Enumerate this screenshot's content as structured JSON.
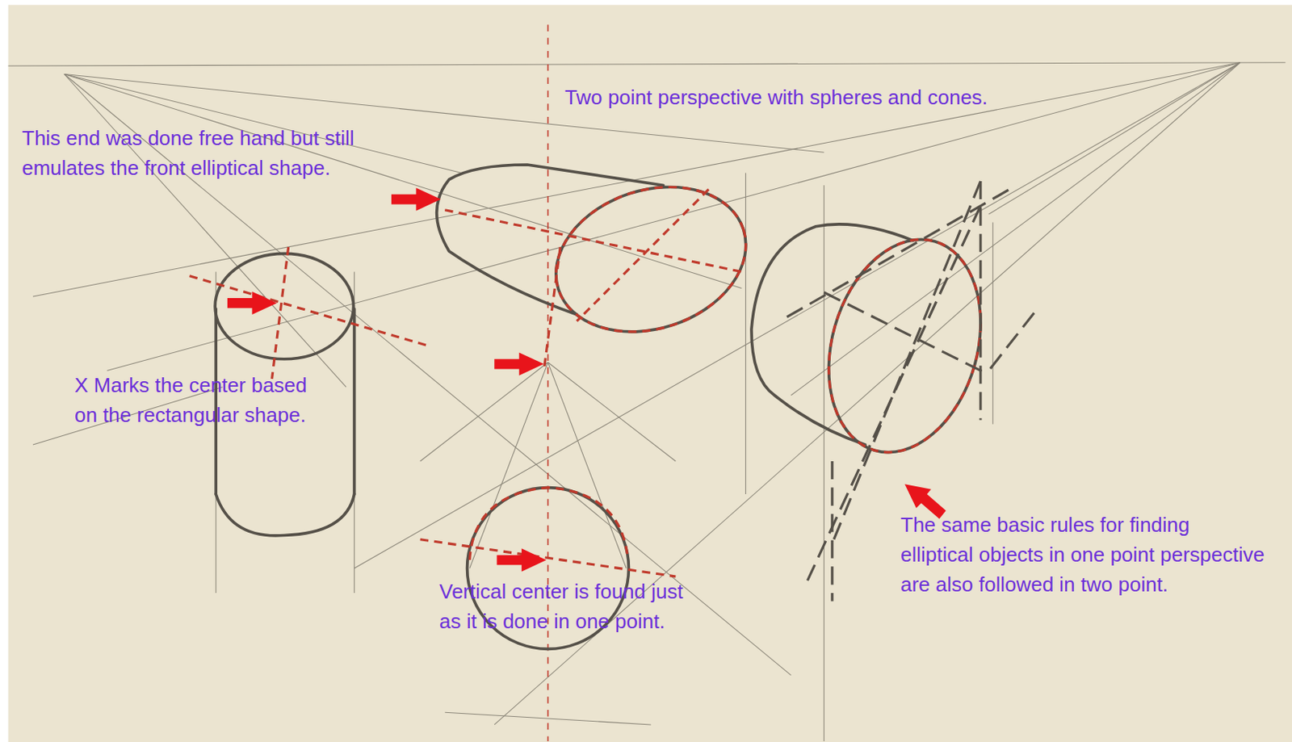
{
  "diagram": {
    "labels": [
      "Two point perspective with spheres and cones.",
      "This end was done free hand but still emulates the front elliptical shape.",
      "X Marks the center based on the rectangular shape.",
      "Vertical center is found just as it is done in one point.",
      "The same basic rules for finding elliptical objects in one point perspective are also followed in two point."
    ]
  }
}
